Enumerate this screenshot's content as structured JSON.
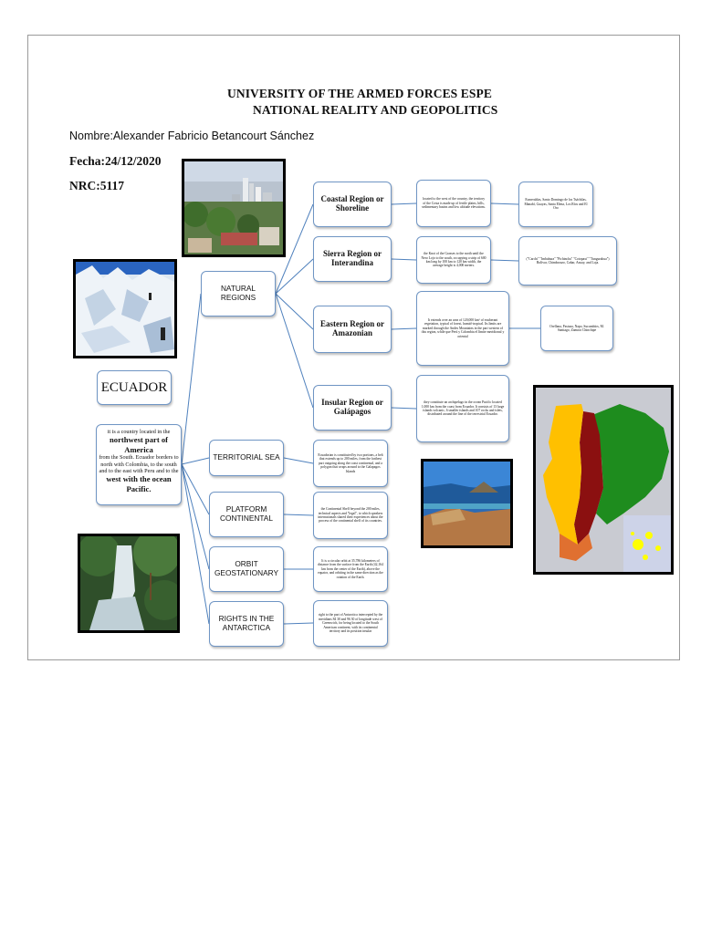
{
  "title": {
    "line1": "UNIVERSITY OF THE ARMED FORCES ESPE",
    "line2": "NATIONAL REALITY AND GEOPOLITICS"
  },
  "meta": {
    "nombre": "Nombre:Alexander  Fabricio  Betancourt  Sánchez",
    "fecha": "Fecha:24/12/2020",
    "nrc": "NRC:5117"
  },
  "root": {
    "title": "ECUADOR",
    "desc_a": "it is a country located in the",
    "desc_b": "northwest part of America",
    "desc_c": "from the South. Ecuador borders to north with Colombia, to the south and to the east with Peru and to the",
    "desc_d": "west with the ocean Pacific."
  },
  "branches": [
    {
      "label": "NATURAL REGIONS"
    },
    {
      "label": "TERRITORIAL SEA",
      "detail": "Ecuadorian is constituted by two portions, a belt that extends up to 200 miles, from the farthest part outgoing along the coast continental, and a polygon that wraps around to the Galapagos Islands"
    },
    {
      "label": "PLATFORM CONTINENTAL",
      "detail": "the Continental Shelf beyond the 200 miles, technical aspects and \"legal\", to which speakers internationals shared their experiences about the process of the continental shelf of its countries."
    },
    {
      "label": "ORBIT GEOSTATIONARY",
      "detail": "It is a circular orbit at 35,786 kilometers of distance from the surface from the Earth (42,164 km from the center of the Earth), above the equator, and orbiting in the same direction as the rotation of the Earth."
    },
    {
      "label": "RIGHTS IN THE ANTARCTICA",
      "detail": "right to the part of Antarctica intercepted by the meridians 84 30 and 96 30 of longitude west of Greenwich, for being located to the South American continent, with its continental territory and its position insular"
    }
  ],
  "regions": [
    {
      "label": "Coastal Region or Shoreline",
      "desc": "located to the west of the country, the territory of the Costa is made up of fertile plains, hills, sedimentary basins and low altitude elevations.",
      "provinces": "Esmeraldas, Santo Domingo de los Tsáchilas, Manabí, Guayas, Santa Elena, Los Ríos and El Oro"
    },
    {
      "label": "Sierra Region or Interandina",
      "desc": "the Knot of the Grasses to the north until the Nero Lojo to the south, occupying a strip of 600 km long by 100 km to 120 km width, the average height is 4,000 meters.",
      "provinces": "(\"Carchi\" \"Imbabura\" \"Pichincha\" \"Cotopaxi\" \"Tungurahua\") Bolívar, Chimborazo, Cañar, Azuay, and Loja."
    },
    {
      "label": "Eastern Region or Amazonian",
      "desc": "It extends over an area of 120,000 km² of exuberant vegetation, typical of forest, humid-tropical. Its limits are marked through the Andes Mountains in the part western of this region, while que Perú y Colombia el límite meridional y oriental",
      "provinces": "Orellana, Pastaza, Napo, Sucumbíos, M. Santiago, Zamora Chinchipe"
    },
    {
      "label": "Insular Region or Galápagos",
      "desc": "they constitute an archipelago in the ocean Pacific located 1,000 km from the coast from Ecuador. It consists of 13 large islands volcanic, 6 smaller islands and 107 rocks and islets, distributed around the line of the terrestrial Ecuador."
    }
  ],
  "colors": {
    "box_border": "#6f95c4",
    "connector": "#4f81bd",
    "map_sea": "#c9cbd2",
    "map_coast": "#ffc000",
    "map_sierra": "#8b1010",
    "map_amazon": "#1e8c1e",
    "map_galapagos": "#ffff00"
  },
  "icons": [
    "city-photo",
    "glacier-photo",
    "waterfall-photo",
    "galapagos-photo",
    "ecuador-regions-map"
  ]
}
